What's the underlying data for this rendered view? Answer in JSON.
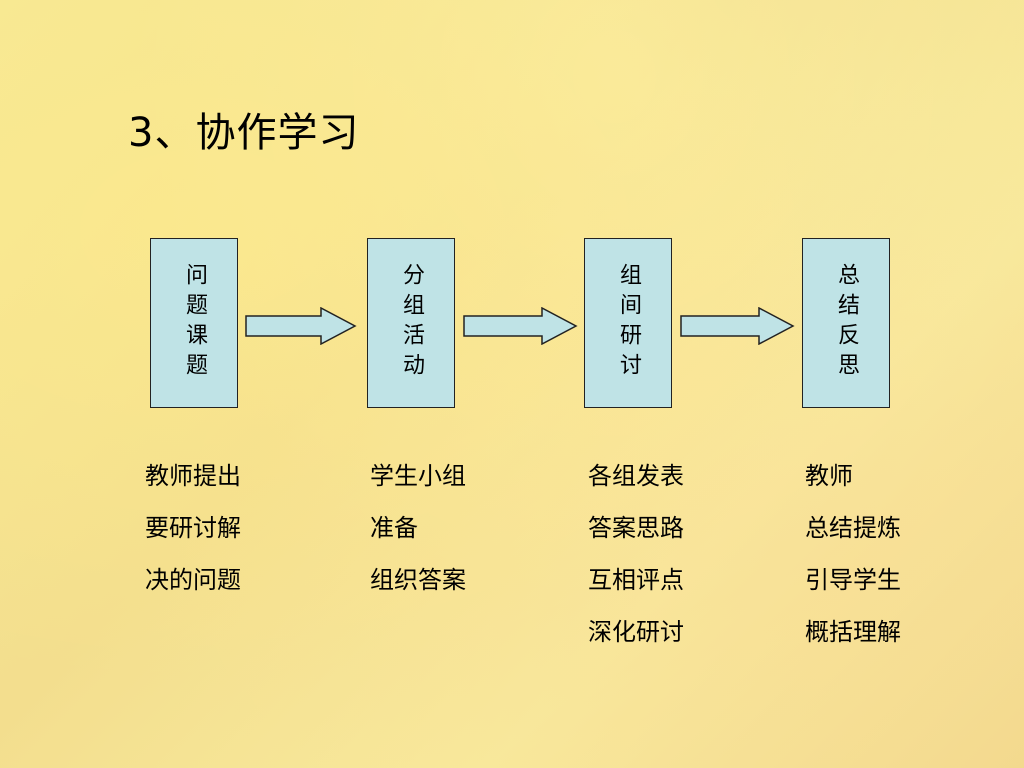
{
  "title": "3、协作学习",
  "steps": [
    {
      "label": "问题课题"
    },
    {
      "label": "分组活动"
    },
    {
      "label": "组间研讨"
    },
    {
      "label": "总结反思"
    }
  ],
  "descriptions": [
    [
      "教师提出",
      "要研讨解",
      "决的问题"
    ],
    [
      "学生小组",
      "准备",
      "组织答案"
    ],
    [
      "各组发表",
      "答案思路",
      "互相评点",
      "深化研讨"
    ],
    [
      "教师",
      "总结提炼",
      "引导学生",
      "概括理解"
    ]
  ],
  "icons": [
    "arrow-right-icon"
  ]
}
